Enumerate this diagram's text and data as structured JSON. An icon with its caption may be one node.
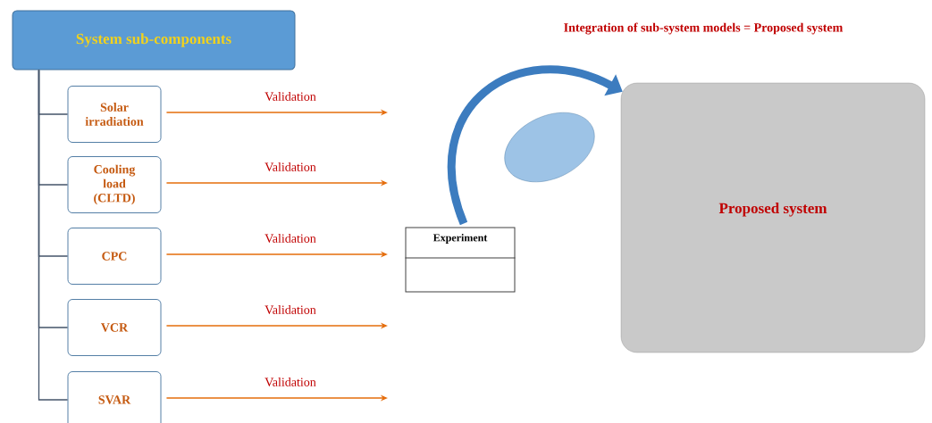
{
  "diagram": {
    "title": "Integration of sub-system models = Proposed system",
    "nodes": [
      {
        "text": [
          "System sub-components"
        ]
      },
      {
        "text": [
          "Solar irradiation"
        ]
      },
      {
        "text": [
          "Cooling load (CLTD)"
        ]
      },
      {
        "text": [
          "CPC"
        ]
      },
      {
        "text": [
          "VCR"
        ]
      },
      {
        "text": [
          "SVAR"
        ]
      },
      {
        "text": [
          "Experiment"
        ]
      },
      {
        "text": [],
        "shape": "ellipse"
      },
      {
        "text": [
          "Proposed system"
        ]
      }
    ],
    "edges": [
      {
        "from": 0,
        "to": 1,
        "arrow": "none",
        "color": "#44546a"
      },
      {
        "from": 0,
        "to": 2,
        "arrow": "none",
        "color": "#44546a"
      },
      {
        "from": 0,
        "to": 3,
        "arrow": "none",
        "color": "#44546a"
      },
      {
        "from": 0,
        "to": 4,
        "arrow": "none",
        "color": "#44546a"
      },
      {
        "from": 0,
        "to": 5,
        "arrow": "none",
        "color": "#44546a"
      },
      {
        "from": 1,
        "to": null,
        "arrow": "to",
        "label": "Validation",
        "color": "#e46c0a"
      },
      {
        "from": 2,
        "to": null,
        "arrow": "to",
        "label": "Validation",
        "color": "#e46c0a"
      },
      {
        "from": 3,
        "to": null,
        "arrow": "to",
        "label": "Validation",
        "color": "#e46c0a"
      },
      {
        "from": 4,
        "to": null,
        "arrow": "to",
        "label": "Validation",
        "color": "#e46c0a"
      },
      {
        "from": 5,
        "to": null,
        "arrow": "to",
        "label": "Validation",
        "color": "#e46c0a"
      },
      {
        "from": 6,
        "to": 8,
        "arrow": "to",
        "style": "thick",
        "color": "#3c7cbf"
      }
    ]
  }
}
